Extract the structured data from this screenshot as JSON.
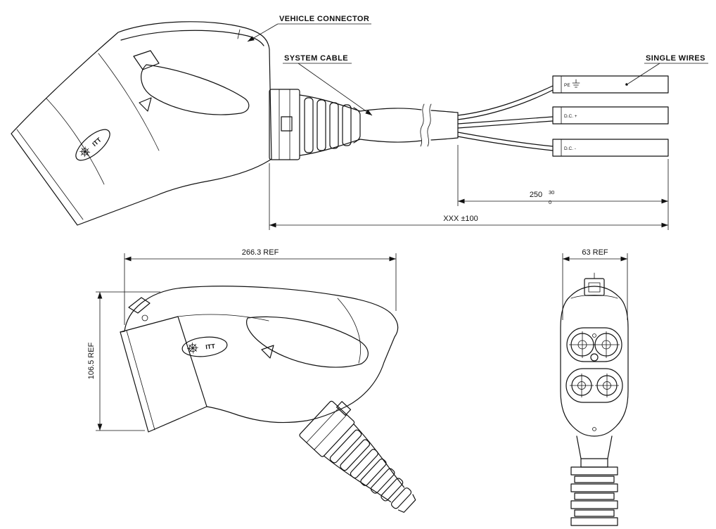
{
  "document": {
    "type": "technical-drawing",
    "background": "#ffffff",
    "line_color": "#111111"
  },
  "callouts": {
    "vehicle_connector": "VEHICLE CONNECTOR",
    "system_cable": "SYSTEM CABLE",
    "single_wires": "SINGLE WIRES"
  },
  "wires": [
    {
      "id": "pe",
      "label": "PE"
    },
    {
      "id": "dc_plus",
      "label": "D.C. +"
    },
    {
      "id": "dc_minus",
      "label": "D.C. -"
    }
  ],
  "dimensions": {
    "single_wire_length": {
      "value": "250",
      "tolerance_upper": "30",
      "tolerance_lower": "0"
    },
    "overall_length": "XXX ±100",
    "side_length_ref": "266.3 REF",
    "side_height_ref": "106.5 REF",
    "front_width_ref": "63 REF"
  },
  "brand": {
    "logo_text": "ITT"
  }
}
